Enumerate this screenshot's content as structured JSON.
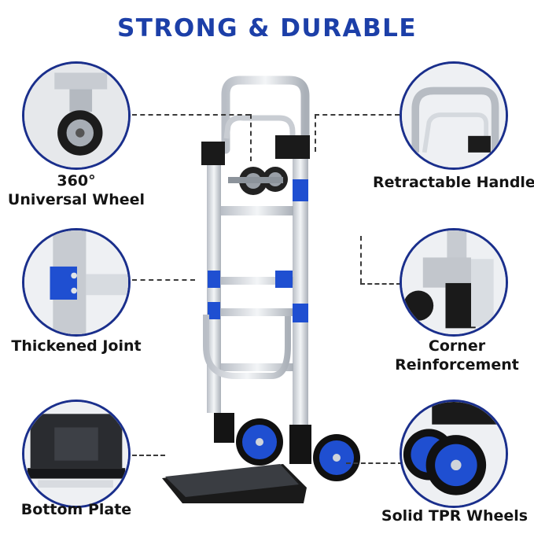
{
  "title": "STRONG & DURABLE",
  "features": {
    "universal_wheel": "360°\nUniversal Wheel",
    "retractable_handle": "Retractable Handle",
    "thickened_joint": "Thickened Joint",
    "corner_reinforcement": "Corner\nReinforcement",
    "bottom_plate": "Bottom Plate",
    "tpr_wheels": "Solid TPR Wheels"
  },
  "colors": {
    "title": "#1c3fa8",
    "accent_blue": "#1f4fd1",
    "circle_border": "#1a2f8c",
    "aluminum": "#d4d8de"
  }
}
